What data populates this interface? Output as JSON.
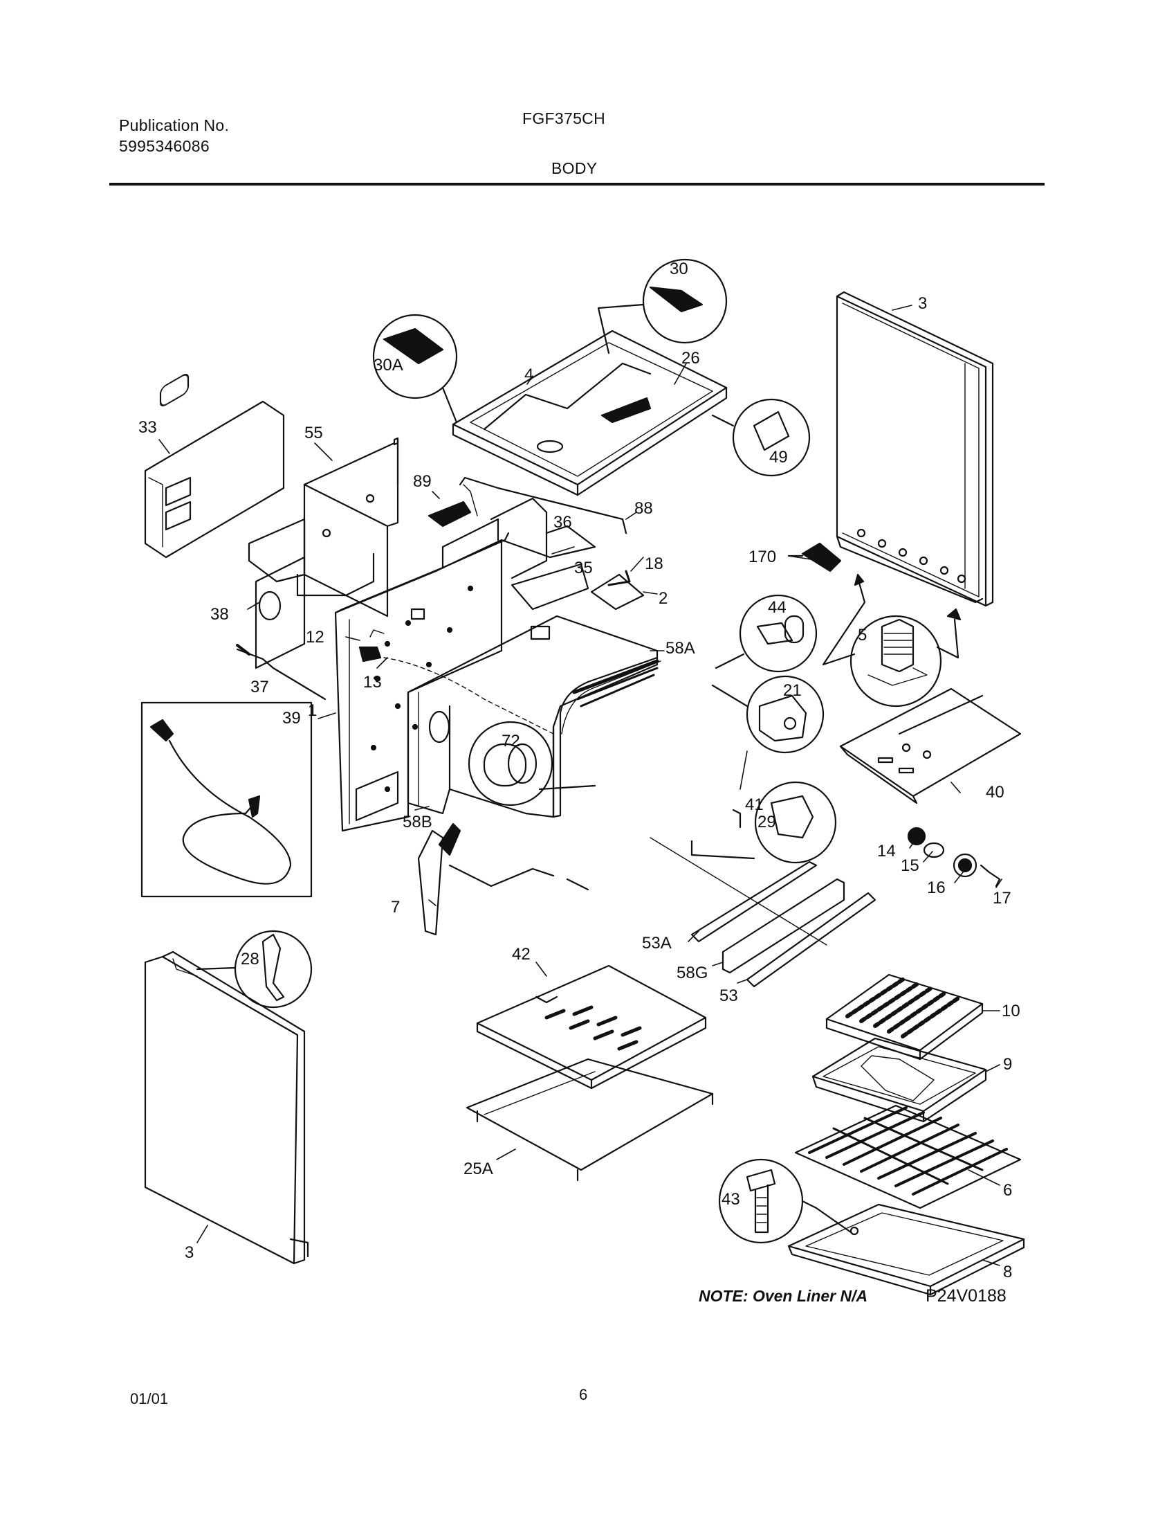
{
  "header": {
    "publication_label": "Publication No.",
    "publication_number": "5995346086",
    "model": "FGF375CH",
    "section": "BODY"
  },
  "parts": {
    "p1": "1",
    "p2": "2",
    "p3_top": "3",
    "p3_side": "3",
    "p4": "4",
    "p5": "5",
    "p6": "6",
    "p7": "7",
    "p8": "8",
    "p9": "9",
    "p10": "10",
    "p12": "12",
    "p13": "13",
    "p14": "14",
    "p15": "15",
    "p16": "16",
    "p17": "17",
    "p18": "18",
    "p21": "21",
    "p25A": "25A",
    "p26": "26",
    "p28": "28",
    "p29": "29",
    "p30": "30",
    "p30A": "30A",
    "p33": "33",
    "p35": "35",
    "p36": "36",
    "p37": "37",
    "p38": "38",
    "p39": "39",
    "p40": "40",
    "p41": "41",
    "p42": "42",
    "p43": "43",
    "p44": "44",
    "p49": "49",
    "p53": "53",
    "p53A": "53A",
    "p55": "55",
    "p58A": "58A",
    "p58B": "58B",
    "p58G": "58G",
    "p72": "72",
    "p88": "88",
    "p89": "89",
    "p170": "170"
  },
  "note": "NOTE: Oven Liner N/A",
  "diagram_ref": "P24V0188",
  "footer": {
    "date": "01/01",
    "page": "6"
  }
}
